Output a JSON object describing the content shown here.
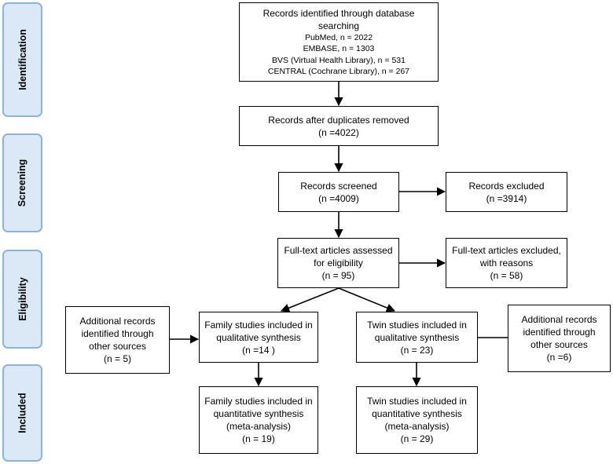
{
  "phases": {
    "identification": "Identification",
    "screening": "Screening",
    "eligibility": "Eligibility",
    "included": "Included"
  },
  "boxes": {
    "identified": {
      "title": "Records identified through database searching",
      "sources": [
        "PubMed, n = 2022",
        "EMBASE, n = 1303",
        "BVS (Virtual Health Library), n = 531",
        "CENTRAL (Cochrane Library), n = 267"
      ]
    },
    "duplicates_removed": {
      "line1": "Records after duplicates removed",
      "line2": "(n =4022)"
    },
    "screened": {
      "line1": "Records screened",
      "line2": "(n =4009)"
    },
    "excluded": {
      "line1": "Records excluded",
      "line2": "(n =3914)"
    },
    "fulltext_assessed": {
      "line1": "Full-text articles assessed",
      "line2": "for eligibility",
      "line3": "(n = 95)"
    },
    "fulltext_excluded": {
      "line1": "Full-text articles excluded,",
      "line2": "with reasons",
      "line3": "(n = 58)"
    },
    "additional_left": {
      "line1": "Additional records",
      "line2": "identified through",
      "line3": "other sources",
      "line4": "(n = 5)"
    },
    "family_qualitative": {
      "line1": "Family studies included in",
      "line2": "qualitative synthesis",
      "line3": "(n =14 )"
    },
    "twin_qualitative": {
      "line1": "Twin studies included in",
      "line2": "qualitative synthesis",
      "line3": "(n = 23)"
    },
    "additional_right": {
      "line1": "Additional records",
      "line2": "identified through",
      "line3": "other sources",
      "line4": "(n =6)"
    },
    "family_quantitative": {
      "line1": "Family studies included in",
      "line2": "quantitative synthesis",
      "line3": "(meta-analysis)",
      "line4": "(n = 19)"
    },
    "twin_quantitative": {
      "line1": "Twin studies included in",
      "line2": "quantitative synthesis",
      "line3": "(meta-analysis)",
      "line4": "(n = 29)"
    }
  }
}
